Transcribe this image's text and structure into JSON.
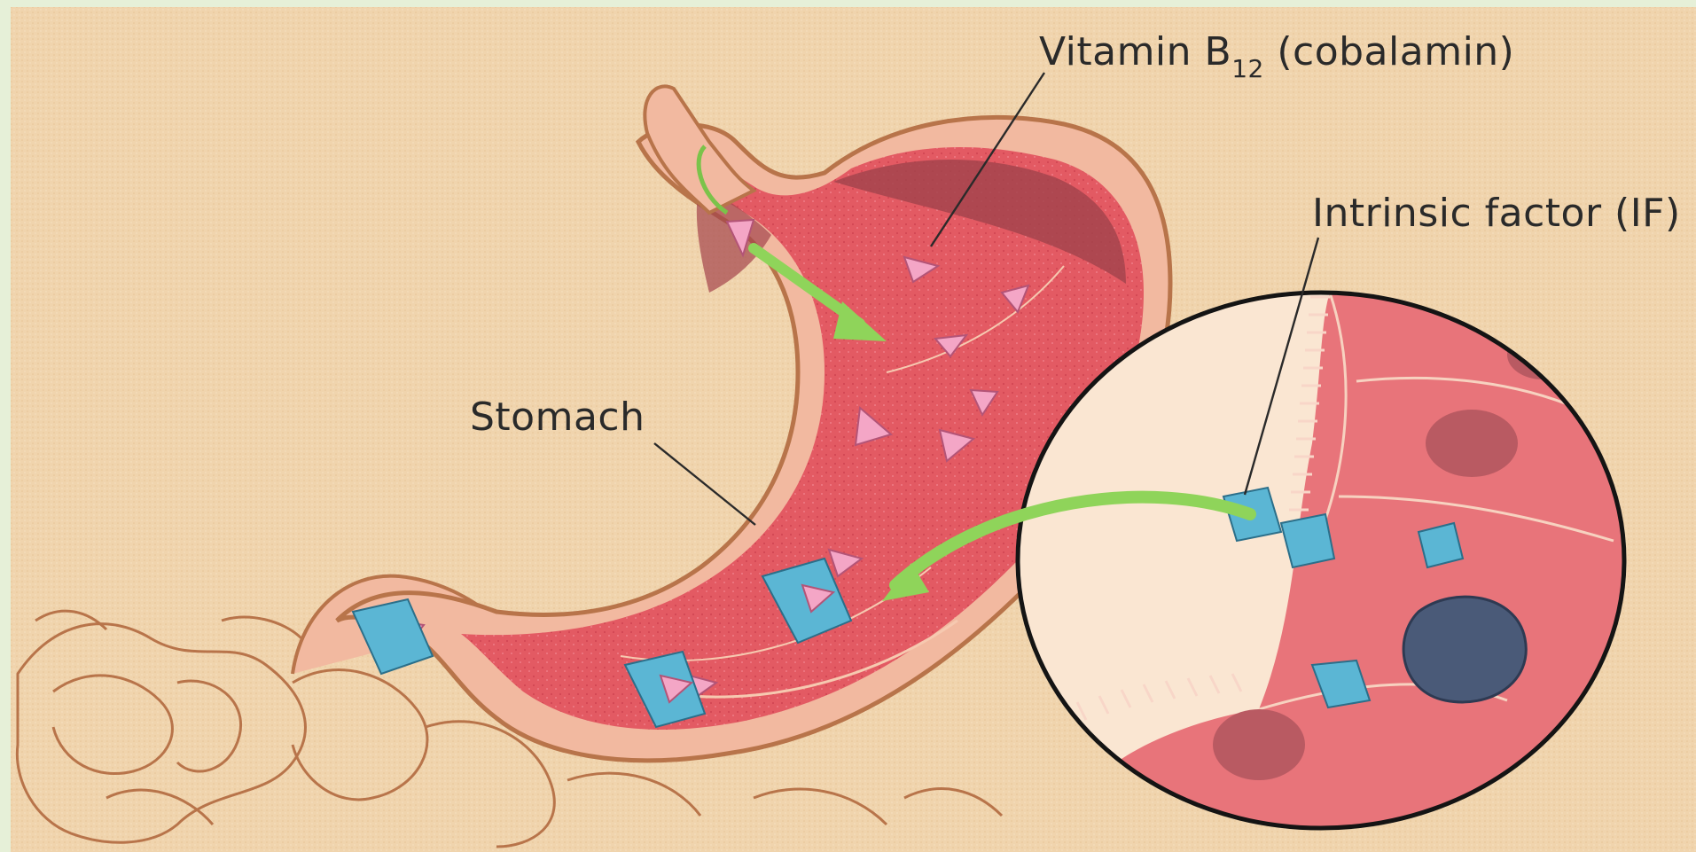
{
  "labels": {
    "vitamin_prefix": "Vitamin B",
    "vitamin_subscript": "12",
    "vitamin_suffix": " (cobalamin)",
    "intrinsic_factor": "Intrinsic factor (IF)",
    "stomach": "Stomach"
  },
  "colors": {
    "background": "#f1d6b0",
    "stomach_wall": "#e35a63",
    "stomach_lining": "#b84a4f",
    "vitamin_b12": "#f4a6c6",
    "intrinsic_factor": "#5bb6d4",
    "arrow": "#8fd45a",
    "cell_fill": "#e8747a"
  }
}
